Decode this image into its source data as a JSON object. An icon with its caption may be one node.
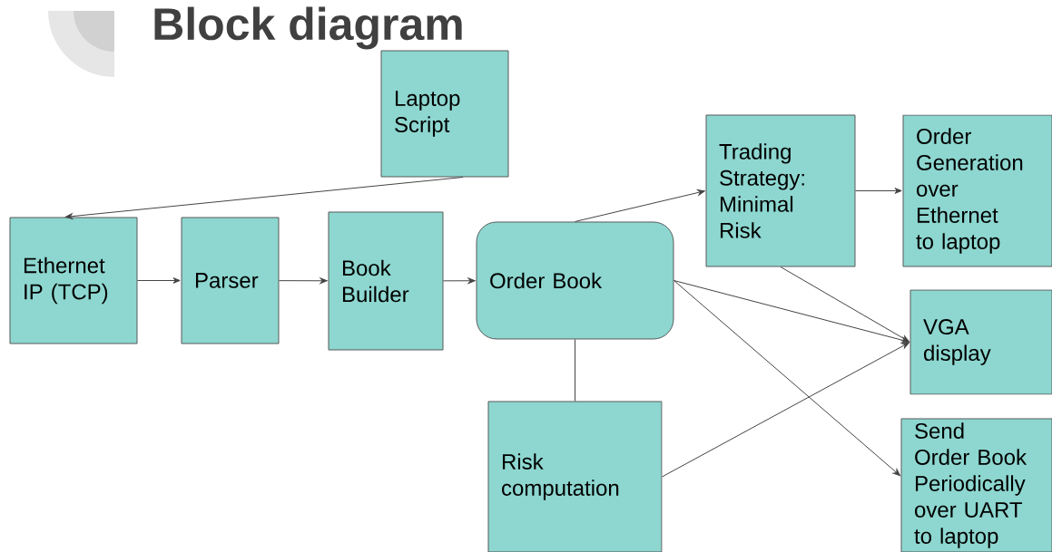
{
  "diagram": {
    "title": "Block diagram",
    "nodes": [
      {
        "text": [
          "Laptop Script"
        ]
      },
      {
        "text": [
          "Ethernet IP (TCP)"
        ]
      },
      {
        "text": [
          "Parser"
        ]
      },
      {
        "text": [
          "Book Builder"
        ]
      },
      {
        "text": [
          "Order Book"
        ]
      },
      {
        "text": [
          "Trading Strategy: Minimal Risk"
        ]
      },
      {
        "text": [
          "Order Generation over Ethernet to laptop"
        ]
      },
      {
        "text": [
          "VGA display"
        ]
      },
      {
        "text": [
          "Risk computation"
        ]
      },
      {
        "text": [
          "Send Order Book Periodically over UART to laptop"
        ]
      }
    ],
    "edges": [
      {
        "from": 0,
        "to": 1,
        "arrow": "to"
      },
      {
        "from": 1,
        "to": 2,
        "arrow": "to"
      },
      {
        "from": 2,
        "to": 3,
        "arrow": "to"
      },
      {
        "from": 3,
        "to": 4,
        "arrow": "to"
      },
      {
        "from": 4,
        "to": 5,
        "arrow": "to"
      },
      {
        "from": 5,
        "to": 6,
        "arrow": "to"
      },
      {
        "from": 5,
        "to": 7,
        "arrow": "to"
      },
      {
        "from": 4,
        "to": 7,
        "arrow": "to"
      },
      {
        "from": 4,
        "to": 9,
        "arrow": "to"
      },
      {
        "from": 4,
        "to": 8,
        "arrow": "none"
      },
      {
        "from": 8,
        "to": 7,
        "arrow": "to"
      }
    ]
  }
}
